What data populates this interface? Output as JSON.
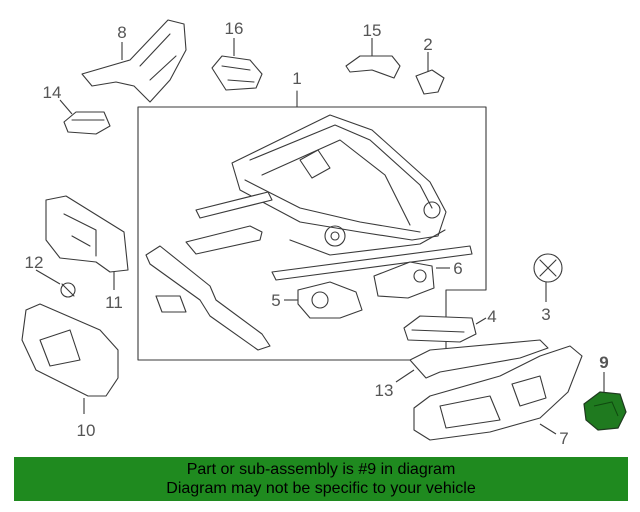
{
  "diagram": {
    "callouts": {
      "c1": "1",
      "c2": "2",
      "c3": "3",
      "c4": "4",
      "c5": "5",
      "c6": "6",
      "c7": "7",
      "c8": "8",
      "c9": "9",
      "c10": "10",
      "c11": "11",
      "c12": "12",
      "c13": "13",
      "c14": "14",
      "c15": "15",
      "c16": "16"
    },
    "highlight_color": "#1f7a1f"
  },
  "banner": {
    "line1": "Part or sub-assembly is #9 in diagram",
    "line2": "Diagram may not be specific to your vehicle",
    "background": "#1f8a1f"
  }
}
